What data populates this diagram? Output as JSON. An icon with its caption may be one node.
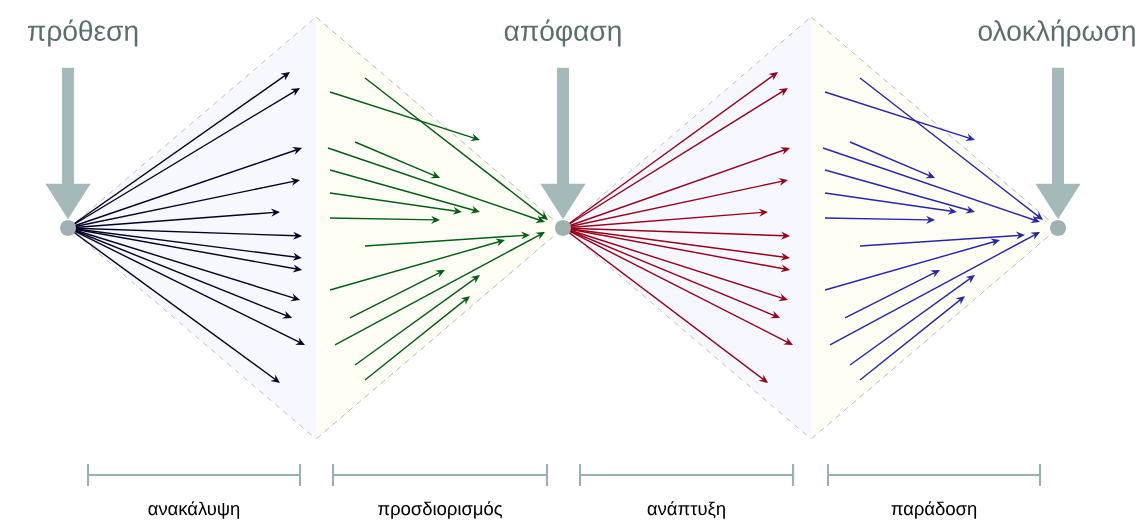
{
  "diagram": {
    "nodes": [
      {
        "text": [
          "πρόθεση"
        ]
      },
      {
        "text": [
          "απόφαση"
        ]
      },
      {
        "text": [
          "ολοκλήρωση"
        ]
      },
      {
        "text": [],
        "shape": "circle"
      },
      {
        "text": [],
        "shape": "circle"
      },
      {
        "text": [],
        "shape": "circle"
      }
    ],
    "edges": [
      {
        "from": 0,
        "to": 3,
        "arrow": "to"
      },
      {
        "from": 1,
        "to": 4,
        "arrow": "to"
      },
      {
        "from": 2,
        "to": 5,
        "arrow": "to"
      }
    ],
    "labels": [
      "ανακάλυψη",
      "προσδιορισμός",
      "ανάπτυξη",
      "παράδοση"
    ]
  }
}
